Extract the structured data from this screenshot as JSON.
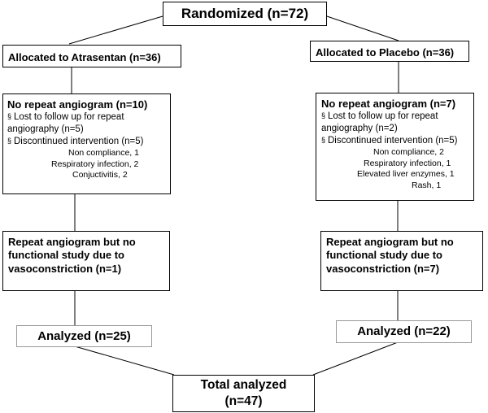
{
  "randomized": "Randomized (n=72)",
  "left": {
    "allocated": "Allocated to Atrasentan (n=36)",
    "no_repeat": {
      "title": "No repeat angiogram (n=10)",
      "lost": "Lost to follow up for repeat angiography (n=5)",
      "discontinued": "Discontinued intervention (n=5)",
      "reasons": [
        "Non compliance, 1",
        "Respiratory infection, 2",
        "Conjuctivitis, 2"
      ]
    },
    "vasoconstriction": "Repeat angiogram but no functional study due to vasoconstriction (n=1)",
    "analyzed": "Analyzed (n=25)"
  },
  "right": {
    "allocated": "Allocated to Placebo (n=36)",
    "no_repeat": {
      "title": "No repeat angiogram (n=7)",
      "lost": "Lost to follow up for repeat angiography (n=2)",
      "discontinued": "Discontinued intervention (n=5)",
      "reasons": [
        "Non compliance, 2",
        "Respiratory infection, 1",
        "Elevated liver enzymes, 1",
        "Rash, 1"
      ]
    },
    "vasoconstriction": "Repeat angiogram but no functional study due to vasoconstriction (n=7)",
    "analyzed": "Analyzed (n=22)"
  },
  "total": {
    "line1": "Total analyzed",
    "line2": "(n=47)"
  },
  "bullet_glyph": "§"
}
